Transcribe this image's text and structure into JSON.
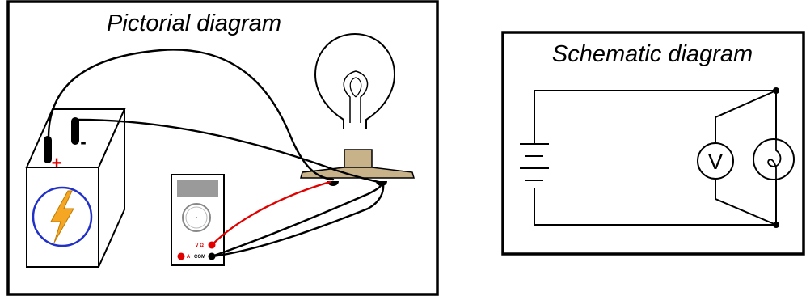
{
  "pictorial": {
    "title": "Pictorial diagram",
    "battery": {
      "plus_sign": "+",
      "minus_sign": "-"
    },
    "meter": {
      "vohm_label": "V Ω",
      "amp_label": "A",
      "com_label": "COM"
    }
  },
  "schematic": {
    "title": "Schematic diagram",
    "voltmeter_label": "V"
  },
  "colors": {
    "red_lead": "#e00000",
    "lamp_base": "#c8b28a",
    "bolt": "#f5a623",
    "battery_circle": "#2030c8",
    "meter_display": "#9a9a9a"
  }
}
